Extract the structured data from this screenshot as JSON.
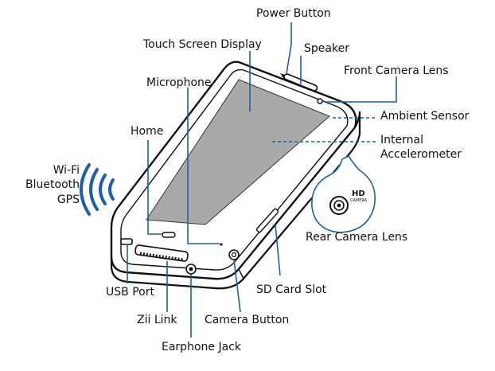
{
  "labels": {
    "power_button": "Power Button",
    "speaker": "Speaker",
    "touch_screen": "Touch Screen Display",
    "front_camera": "Front Camera Lens",
    "microphone": "Microphone",
    "ambient_sensor": "Ambient Sensor",
    "home": "Home",
    "accelerometer_line1": "Internal",
    "accelerometer_line2": "Accelerometer",
    "wifi": "Wi-Fi",
    "bluetooth": "Bluetooth",
    "gps": "GPS",
    "rear_camera": "Rear Camera Lens",
    "sd_card": "SD Card Slot",
    "usb_port": "USB Port",
    "zii_link": "Zii Link",
    "camera_button": "Camera Button",
    "earphone_jack": "Earphone Jack",
    "hd_badge": "HD",
    "camera_badge": "CAMERA"
  },
  "colors": {
    "leader": "#1f5fa8",
    "screen": "#a9a9a9",
    "body_outline": "#111111"
  }
}
